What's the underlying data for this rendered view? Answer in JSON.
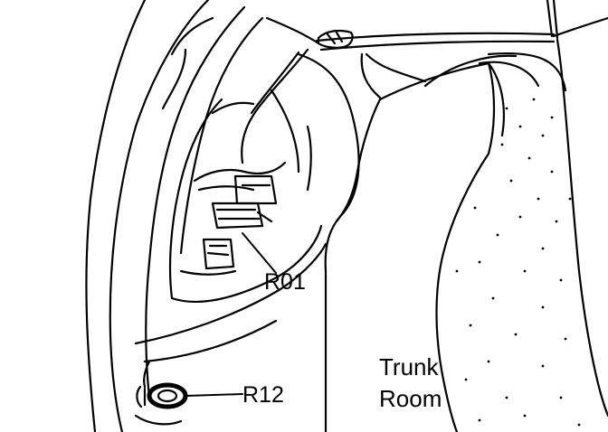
{
  "diagram": {
    "colors": {
      "line": "#000000",
      "background": "#ffffff"
    },
    "labels": {
      "r01": "R01",
      "r12": "R12",
      "trunk_room_line1": "Trunk",
      "trunk_room_line2": "Room"
    }
  }
}
